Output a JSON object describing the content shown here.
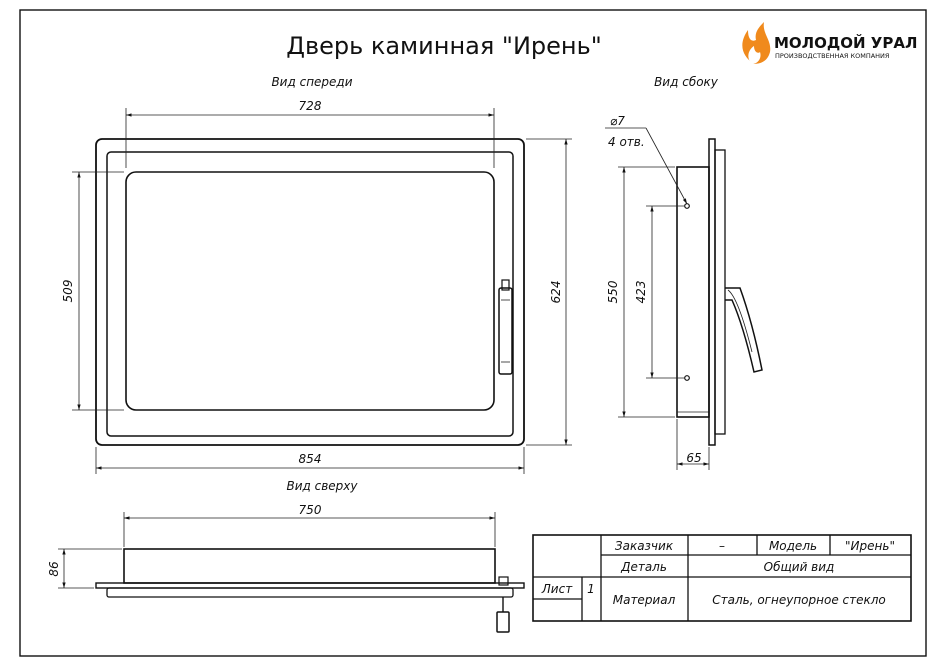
{
  "title": "Дверь каминная \"Ирень\"",
  "logo": {
    "name": "МОЛОДОЙ УРАЛ",
    "tagline": "ПРОИЗВОДСТВЕННАЯ КОМПАНИЯ",
    "flame_color": "#f08a1c",
    "icon": "flame-icon"
  },
  "views": {
    "front": {
      "label": "Вид спереди",
      "dim_top": "728",
      "dim_bottom": "854",
      "dim_left": "509",
      "dim_right": "624"
    },
    "side": {
      "label": "Вид сбоку",
      "hole_diameter": "⌀7",
      "hole_count": "4 отв.",
      "dim_outer": "550",
      "dim_inner": "423",
      "dim_depth": "65"
    },
    "top": {
      "label": "Вид сверху",
      "dim_width": "750",
      "dim_height": "86"
    }
  },
  "title_block": {
    "customer_label": "Заказчик",
    "customer_value": "–",
    "model_label": "Модель",
    "model_value": "\"Ирень\"",
    "part_label": "Деталь",
    "part_value": "Общий вид",
    "sheet_label": "Лист",
    "sheet_value": "1",
    "material_label": "Материал",
    "material_value": "Сталь, огнеупорное стекло"
  }
}
